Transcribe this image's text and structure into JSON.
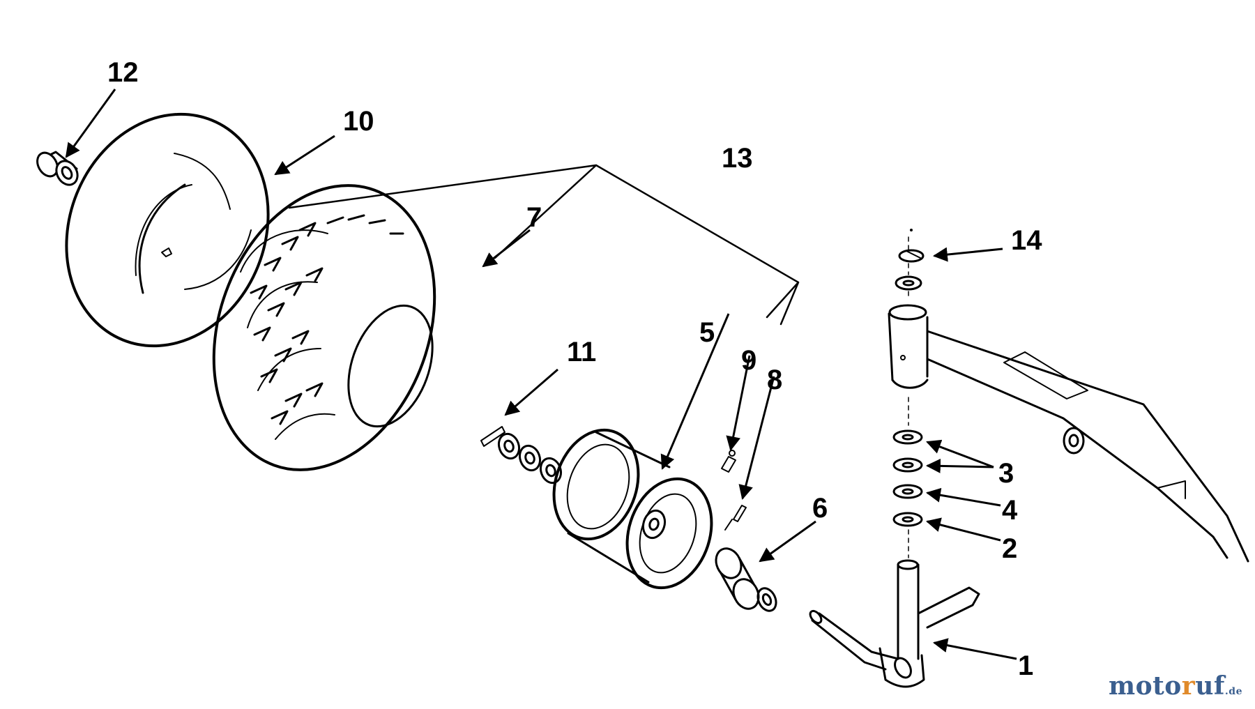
{
  "callouts": {
    "c1": "1",
    "c2": "2",
    "c3": "3",
    "c4": "4",
    "c5": "5",
    "c6": "6",
    "c7": "7",
    "c8": "8",
    "c9": "9",
    "c10": "10",
    "c11": "11",
    "c12": "12",
    "c13": "13",
    "c14": "14"
  },
  "watermark": {
    "part1": "moto",
    "part2": "r",
    "part3": "uf",
    "suffix": ".de"
  }
}
